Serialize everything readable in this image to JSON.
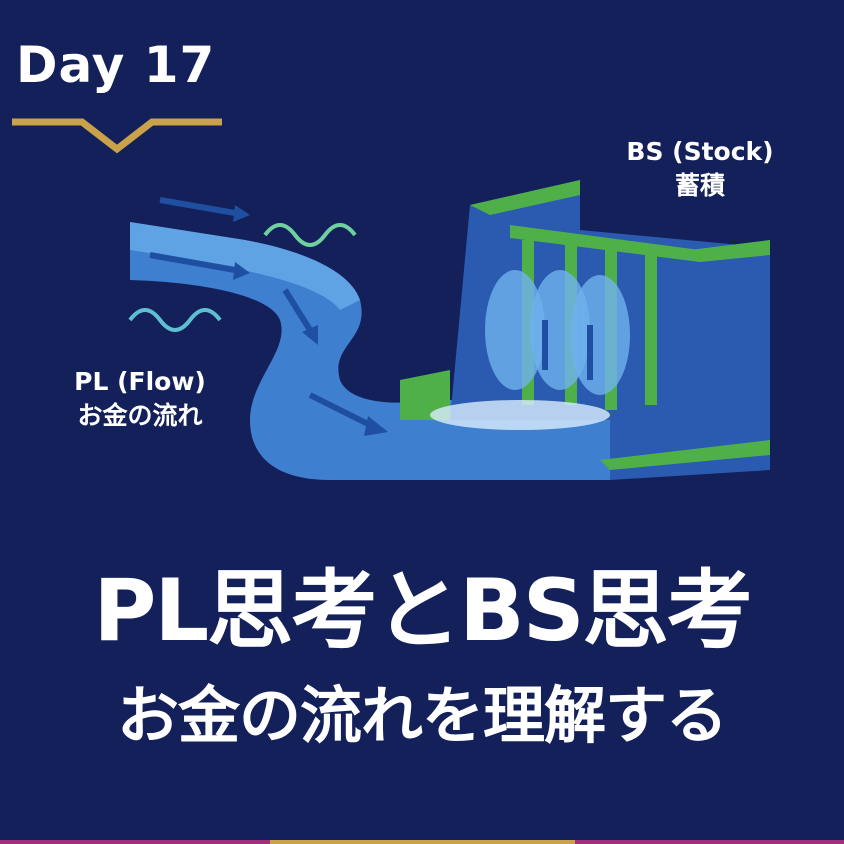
{
  "badge": {
    "day": "Day 17"
  },
  "labels": {
    "bs_line1": "BS (Stock)",
    "bs_line2": "蓄積",
    "pl_line1": "PL (Flow)",
    "pl_line2": "お金の流れ"
  },
  "title": {
    "line1": "PL思考とBS思考",
    "line2": "お金の流れを理解する"
  },
  "colors": {
    "background": "#13205a",
    "gold": "#c9a24a",
    "magenta": "#a0307a",
    "water": "#3f7fd0",
    "green": "#4fb04a"
  }
}
